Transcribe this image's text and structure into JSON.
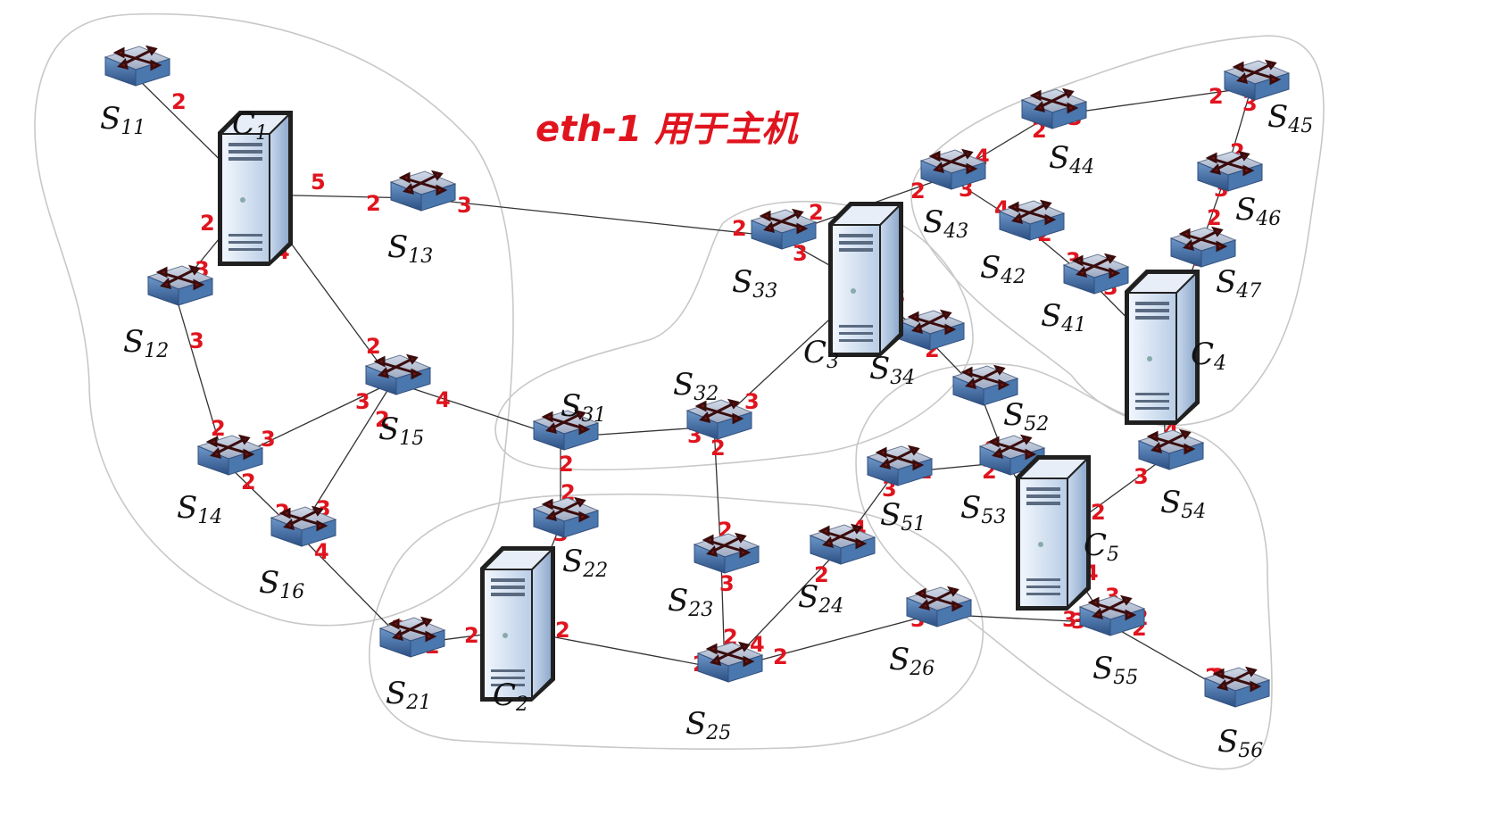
{
  "annotation": "eth-1 用于主机",
  "colors": {
    "annotation": "#e0141e",
    "link": "#333333",
    "region": "#c8c8c8",
    "switch_top": "#b8c4d8",
    "switch_side": "#3f6ea8",
    "server": "#dde8f5"
  },
  "switches": [
    {
      "id": "S11",
      "label": "S",
      "sub": "11"
    },
    {
      "id": "S12",
      "label": "S",
      "sub": "12"
    },
    {
      "id": "S13",
      "label": "S",
      "sub": "13"
    },
    {
      "id": "S14",
      "label": "S",
      "sub": "14"
    },
    {
      "id": "S15",
      "label": "S",
      "sub": "15"
    },
    {
      "id": "S16",
      "label": "S",
      "sub": "16"
    },
    {
      "id": "S21",
      "label": "S",
      "sub": "21"
    },
    {
      "id": "S22",
      "label": "S",
      "sub": "22"
    },
    {
      "id": "S23",
      "label": "S",
      "sub": "23"
    },
    {
      "id": "S24",
      "label": "S",
      "sub": "24"
    },
    {
      "id": "S25",
      "label": "S",
      "sub": "25"
    },
    {
      "id": "S26",
      "label": "S",
      "sub": "26"
    },
    {
      "id": "S31",
      "label": "S",
      "sub": "31"
    },
    {
      "id": "S32",
      "label": "S",
      "sub": "32"
    },
    {
      "id": "S33",
      "label": "S",
      "sub": "33"
    },
    {
      "id": "S34",
      "label": "S",
      "sub": "34"
    },
    {
      "id": "S41",
      "label": "S",
      "sub": "41"
    },
    {
      "id": "S42",
      "label": "S",
      "sub": "42"
    },
    {
      "id": "S43",
      "label": "S",
      "sub": "43"
    },
    {
      "id": "S44",
      "label": "S",
      "sub": "44"
    },
    {
      "id": "S45",
      "label": "S",
      "sub": "45"
    },
    {
      "id": "S46",
      "label": "S",
      "sub": "46"
    },
    {
      "id": "S47",
      "label": "S",
      "sub": "47"
    },
    {
      "id": "S51",
      "label": "S",
      "sub": "51"
    },
    {
      "id": "S52",
      "label": "S",
      "sub": "52"
    },
    {
      "id": "S53",
      "label": "S",
      "sub": "53"
    },
    {
      "id": "S54",
      "label": "S",
      "sub": "54"
    },
    {
      "id": "S55",
      "label": "S",
      "sub": "55"
    },
    {
      "id": "S56",
      "label": "S",
      "sub": "56"
    }
  ],
  "controllers": [
    {
      "id": "C1",
      "label": "C",
      "sub": "1"
    },
    {
      "id": "C2",
      "label": "C",
      "sub": "2"
    },
    {
      "id": "C3",
      "label": "C",
      "sub": "3"
    },
    {
      "id": "C4",
      "label": "C",
      "sub": "4"
    },
    {
      "id": "C5",
      "label": "C",
      "sub": "5"
    }
  ],
  "links": [
    [
      "S11",
      "C1"
    ],
    [
      "C1",
      "S13"
    ],
    [
      "C1",
      "S12"
    ],
    [
      "C1",
      "S15"
    ],
    [
      "S13",
      "S33"
    ],
    [
      "S12",
      "S14"
    ],
    [
      "S14",
      "S15"
    ],
    [
      "S14",
      "S16"
    ],
    [
      "S15",
      "S16"
    ],
    [
      "S15",
      "S31"
    ],
    [
      "S16",
      "S21"
    ],
    [
      "S31",
      "S32"
    ],
    [
      "S31",
      "S22"
    ],
    [
      "S32",
      "C3"
    ],
    [
      "S32",
      "S23"
    ],
    [
      "S33",
      "C3"
    ],
    [
      "S33",
      "S43"
    ],
    [
      "C3",
      "S34"
    ],
    [
      "S34",
      "S52"
    ],
    [
      "S21",
      "C2"
    ],
    [
      "S22",
      "C2"
    ],
    [
      "C2",
      "S25"
    ],
    [
      "S23",
      "S25"
    ],
    [
      "S24",
      "S25"
    ],
    [
      "S25",
      "S26"
    ],
    [
      "S24",
      "S51"
    ],
    [
      "S26",
      "S55"
    ],
    [
      "S43",
      "S44"
    ],
    [
      "S43",
      "S42"
    ],
    [
      "S44",
      "S45"
    ],
    [
      "S45",
      "S46"
    ],
    [
      "S46",
      "S47"
    ],
    [
      "S47",
      "C4"
    ],
    [
      "S42",
      "S41"
    ],
    [
      "S41",
      "C4"
    ],
    [
      "C4",
      "S54"
    ],
    [
      "S51",
      "S53"
    ],
    [
      "S52",
      "S53"
    ],
    [
      "S53",
      "C5"
    ],
    [
      "S54",
      "C5"
    ],
    [
      "C5",
      "S55"
    ],
    [
      "S55",
      "S56"
    ]
  ],
  "ports": [
    "2",
    "2",
    "5",
    "2",
    "3",
    "2",
    "3",
    "4",
    "3",
    "2",
    "3",
    "2",
    "2",
    "3",
    "4",
    "2",
    "3",
    "2",
    "4",
    "5",
    "2",
    "2",
    "3",
    "4",
    "3",
    "2",
    "3",
    "2",
    "2",
    "3",
    "4",
    "2",
    "3",
    "2",
    "2",
    "4",
    "3",
    "4",
    "2",
    "3",
    "3",
    "3",
    "3",
    "2",
    "4",
    "3",
    "2",
    "3",
    "4",
    "3",
    "3",
    "2",
    "2",
    "2",
    "3",
    "2",
    "3",
    "2",
    "3",
    "2",
    "3",
    "4",
    "2",
    "3",
    "2",
    "3",
    "4",
    "2",
    "2",
    "3",
    "2",
    "4",
    "2",
    "2",
    "3",
    "2",
    "3",
    "2",
    "3",
    "2",
    "3",
    "2",
    "3",
    "2",
    "2",
    "4",
    "3",
    "2",
    "3",
    "4",
    "3",
    "2",
    "2",
    "3",
    "4",
    "2"
  ]
}
